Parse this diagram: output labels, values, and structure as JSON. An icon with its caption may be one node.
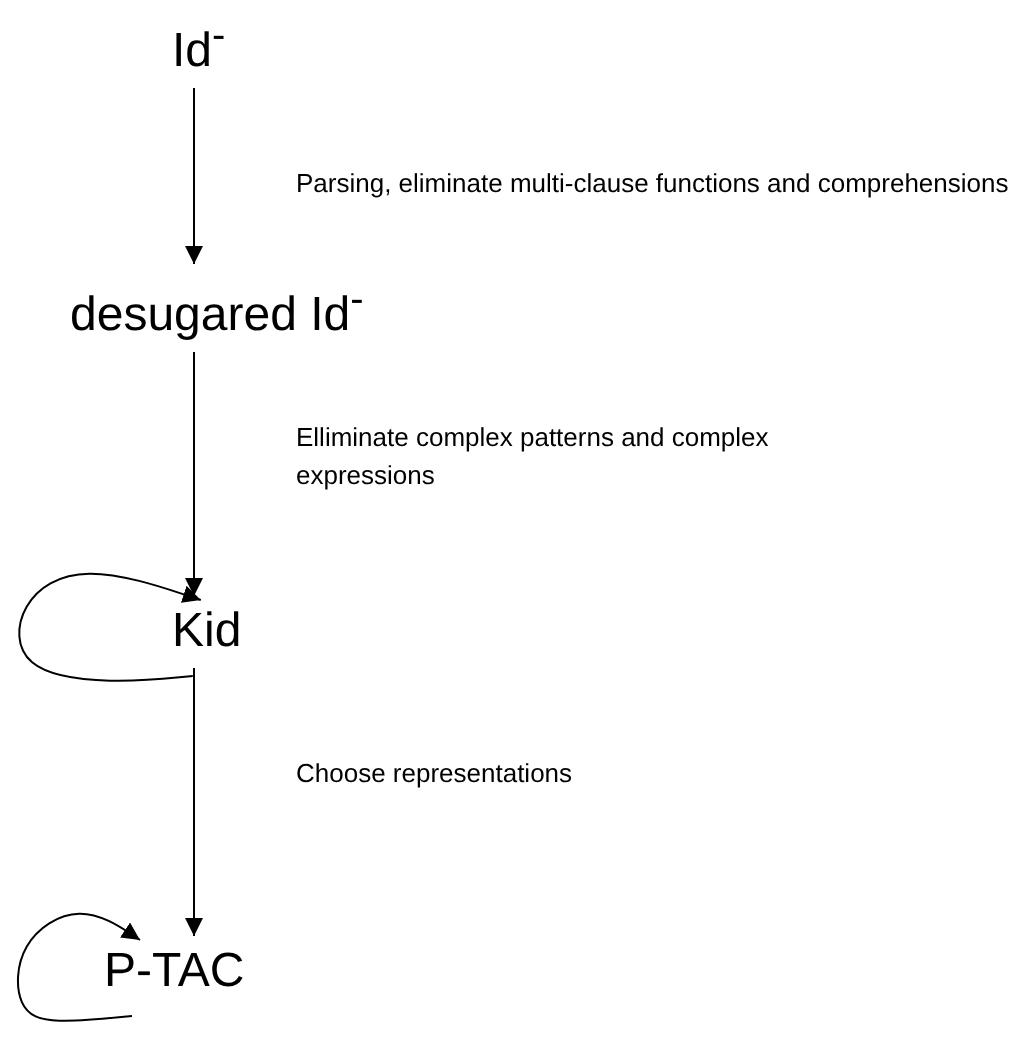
{
  "diagram": {
    "nodes": [
      {
        "text": [
          "Id$^{-}$"
        ]
      },
      {
        "text": [
          "desugared Id$^{-}$"
        ]
      },
      {
        "text": [
          "Kid"
        ]
      },
      {
        "text": [
          "P-TAC"
        ]
      }
    ],
    "edges": [
      {
        "from": 0,
        "to": 1,
        "arrow": "to",
        "label": "Parsing, eliminate multi-clause functions and comprehensions"
      },
      {
        "from": 1,
        "to": 2,
        "arrow": "to",
        "label": "Elliminate complex patterns and complex expressions"
      },
      {
        "from": 2,
        "to": 2,
        "arrow": "to"
      },
      {
        "from": 2,
        "to": 3,
        "arrow": "to",
        "label": "Choose representations"
      },
      {
        "from": 3,
        "to": 3,
        "arrow": "to"
      }
    ]
  }
}
